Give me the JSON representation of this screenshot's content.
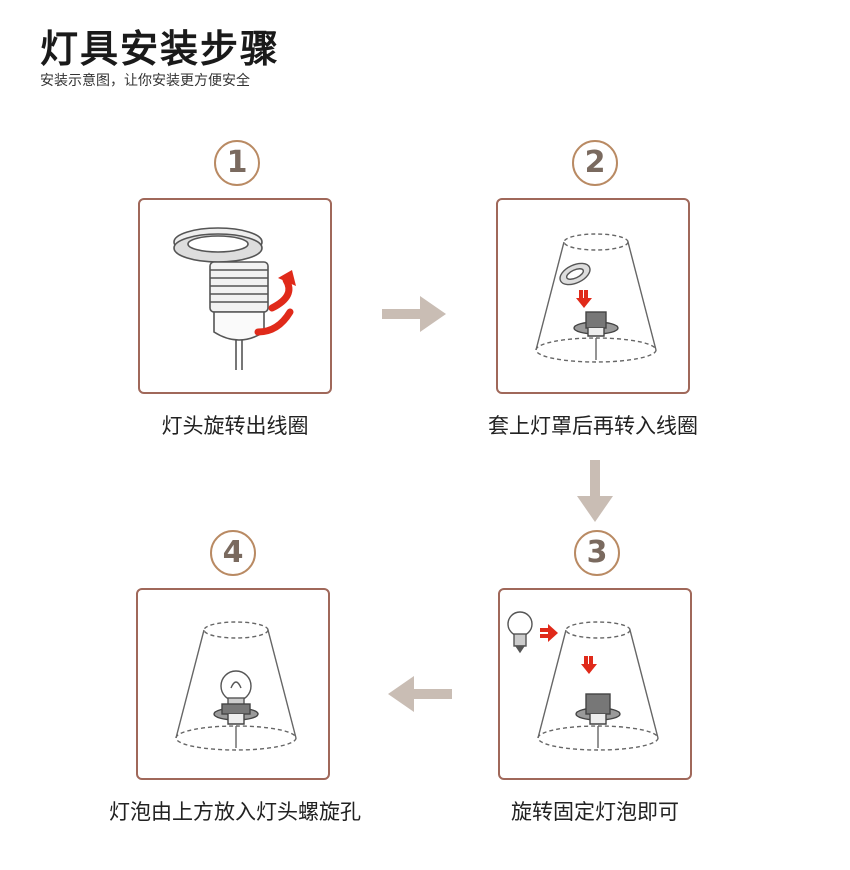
{
  "title": "灯具安装步骤",
  "subtitle": "安装示意图，让你安装更方便安全",
  "steps": [
    {
      "number": "1",
      "caption": "灯头旋转出线圈"
    },
    {
      "number": "2",
      "caption": "套上灯罩后再转入线圈"
    },
    {
      "number": "3",
      "caption": "旋转固定灯泡即可"
    },
    {
      "number": "4",
      "caption": "灯泡由上方放入灯头螺旋孔"
    }
  ],
  "colors": {
    "circle_border": "#b98a63",
    "panel_border": "#a0685a",
    "flow_arrow": "#c9bdb4",
    "action_arrow": "#e02a1a"
  }
}
